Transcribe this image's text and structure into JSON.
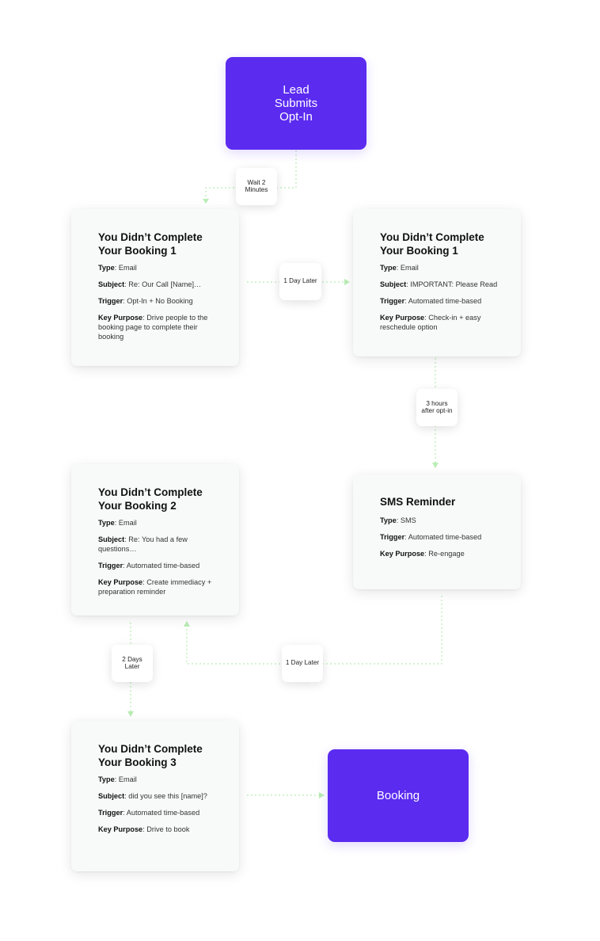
{
  "start": {
    "text": "Lead\nSubmits\nOpt-In"
  },
  "end": {
    "text": "Booking"
  },
  "field_labels": {
    "type": "Type",
    "subject": "Subject",
    "trigger": "Trigger",
    "purpose": "Key Purpose"
  },
  "cards": {
    "email1": {
      "title": "You Didn’t Complete Your Booking 1",
      "type": "Email",
      "subject": "Re: Our Call [Name]…",
      "trigger": "Opt-In + No Booking",
      "purpose": "Drive people to the booking page to complete their booking"
    },
    "email1b": {
      "title": "You Didn’t Complete Your Booking 1",
      "type": "Email",
      "subject": "IMPORTANT: Please Read",
      "trigger": "Automated time-based",
      "purpose": "Check-in + easy reschedule option"
    },
    "email2": {
      "title": "You Didn’t Complete Your Booking 2",
      "type": "Email",
      "subject": " Re: You had a few questions…",
      "trigger": "Automated time-based",
      "purpose": "Create immediacy + preparation reminder"
    },
    "sms": {
      "title": "SMS Reminder",
      "type": "SMS",
      "trigger": "Automated time-based",
      "purpose": "Re-engage"
    },
    "email3": {
      "title": "You Didn’t Complete Your Booking 3",
      "type": "Email",
      "subject": " did you see this [name]?",
      "trigger": "Automated time-based",
      "purpose": "Drive to book"
    }
  },
  "edge_labels": {
    "wait2min": "Wait 2 Minutes",
    "day1_top": "1 Day Later",
    "hours3": "3 hours after opt-in",
    "days2": "2 Days Later",
    "day1_bottom": "1 Day Later"
  },
  "colors": {
    "node_fill": "#5b2bf0",
    "card_fill": "#f8fafa",
    "connector": "#b9ecb4"
  }
}
